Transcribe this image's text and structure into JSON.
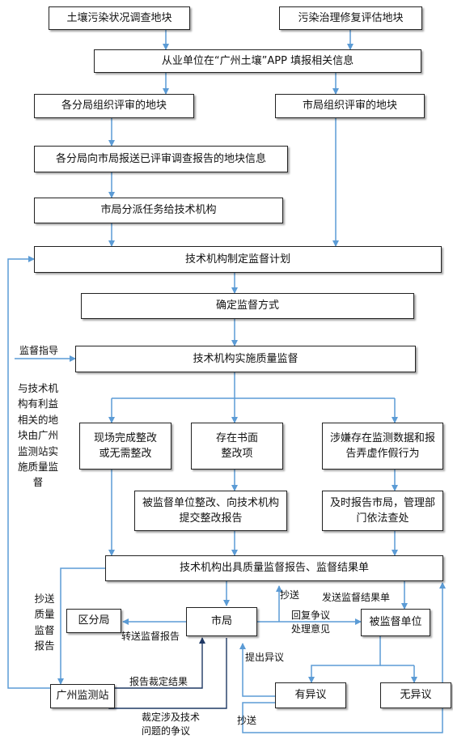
{
  "boxes": {
    "soil_survey_plots": "土壤污染状况调查地块",
    "remediation_eval_plots": "污染治理修复评估地块",
    "app_fill_info": "从业单位在“广州土壤”APP 填报相关信息",
    "branch_review_plots": "各分局组织评审的地块",
    "city_review_plots": "市局组织评审的地块",
    "branch_report_info": "各分局向市局报送已评审调查报告的地块信息",
    "city_assign_task": "市局分派任务给技术机构",
    "tech_plan": "技术机构制定监督计划",
    "determine_method": "确定监督方式",
    "tech_implement": "技术机构实施质量监督",
    "onsite_rectified": "现场完成整改\n或无需整改",
    "written_rectify": "存在书面\n整改项",
    "suspected_fraud": "涉嫌存在监测数据和报\n告弄虚作假行为",
    "supervised_submit": "被监督单位整改、向技术机构\n提交整改报告",
    "report_to_city": "及时报告市局，管理部\n门依法查处",
    "tech_issue_report": "技术机构出具质量监督报告、监督结果单",
    "district_branch": "区分局",
    "city_bureau": "市局",
    "supervised_unit": "被监督单位",
    "gz_monitoring_station": "广州监测站",
    "has_objection": "有异议",
    "no_objection": "无异议"
  },
  "labels": {
    "supervision_guidance": "监督指导",
    "conflict_note": "与技术机\n构有利益\n相关的地\n块由广州\n监测站实\n施质量监\n督",
    "cc_quality_report": "抄送\n质量\n监督\n报告",
    "cc_1": "抄送",
    "send_result_sheet": "发送监督结果单",
    "reply_dispute": "回复争议\n处理意见",
    "forward_report": "转送监督报告",
    "raise_objection": "提出异议",
    "report_ruling": "报告裁定结果",
    "rule_technical_dispute": "裁定涉及技术\n问题的争议",
    "cc_2": "抄送"
  },
  "colors": {
    "arrow_blue": "#5b9bd5",
    "arrow_dark": "#1f3864",
    "box_border": "#222222"
  }
}
